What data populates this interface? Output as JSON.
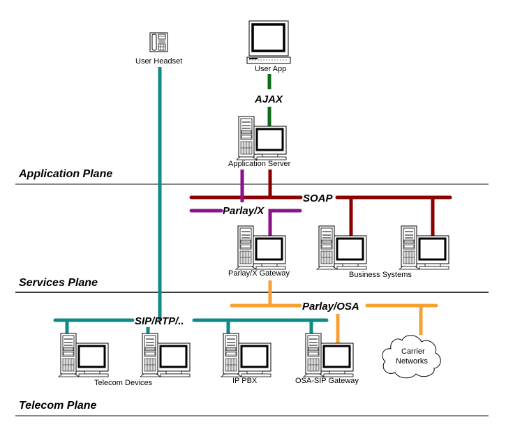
{
  "colors": {
    "teal": "#0f8a84",
    "green": "#0c6b1c",
    "darkred": "#8b0000",
    "purple": "#8a128a",
    "orange": "#f7a135",
    "divider_gray": "#606060",
    "divider_black": "#000000"
  },
  "planes": {
    "application": "Application Plane",
    "services": "Services Plane",
    "telecom": "Telecom Plane"
  },
  "protocols": {
    "ajax": "AJAX",
    "soap": "SOAP",
    "parlay_x": "Parlay/X",
    "parlay_osa": "Parlay/OSA",
    "sip_rtp": "SIP/RTP/.."
  },
  "nodes": {
    "user_headset": "User Headset",
    "user_app": "User App",
    "application_server": "Application Server",
    "parlay_x_gateway": "Parlay/X Gateway",
    "business_systems": "Business Systems",
    "telecom_devices": "Telecom Devices",
    "ip_pbx": "IP PBX",
    "osa_sip_gateway": "OSA-SIP Gateway",
    "carrier_networks_line1": "Carrier",
    "carrier_networks_line2": "Networks"
  }
}
